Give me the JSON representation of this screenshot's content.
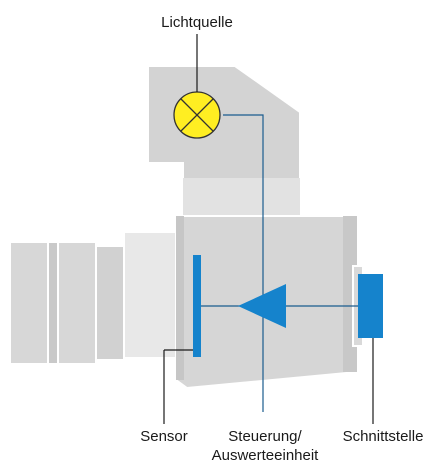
{
  "labels": {
    "light_source": "Lichtquelle",
    "sensor": "Sensor",
    "control_line1": "Steuerung/",
    "control_line2": "Auswerteeinheit",
    "interface": "Schnittstelle"
  },
  "colors": {
    "housing": "#d4d4d4",
    "housing_light": "#e3e3e3",
    "housing_dark": "#bdbdbd",
    "outline": "#ffffff",
    "accent_blue": "#1583cc",
    "lamp_yellow": "#ffee22",
    "leader_line": "#1a1a1a",
    "signal_line": "#1a5c8e"
  },
  "icons": {
    "light_source": "lamp-cross-icon",
    "control": "triangle-arrow-icon"
  }
}
